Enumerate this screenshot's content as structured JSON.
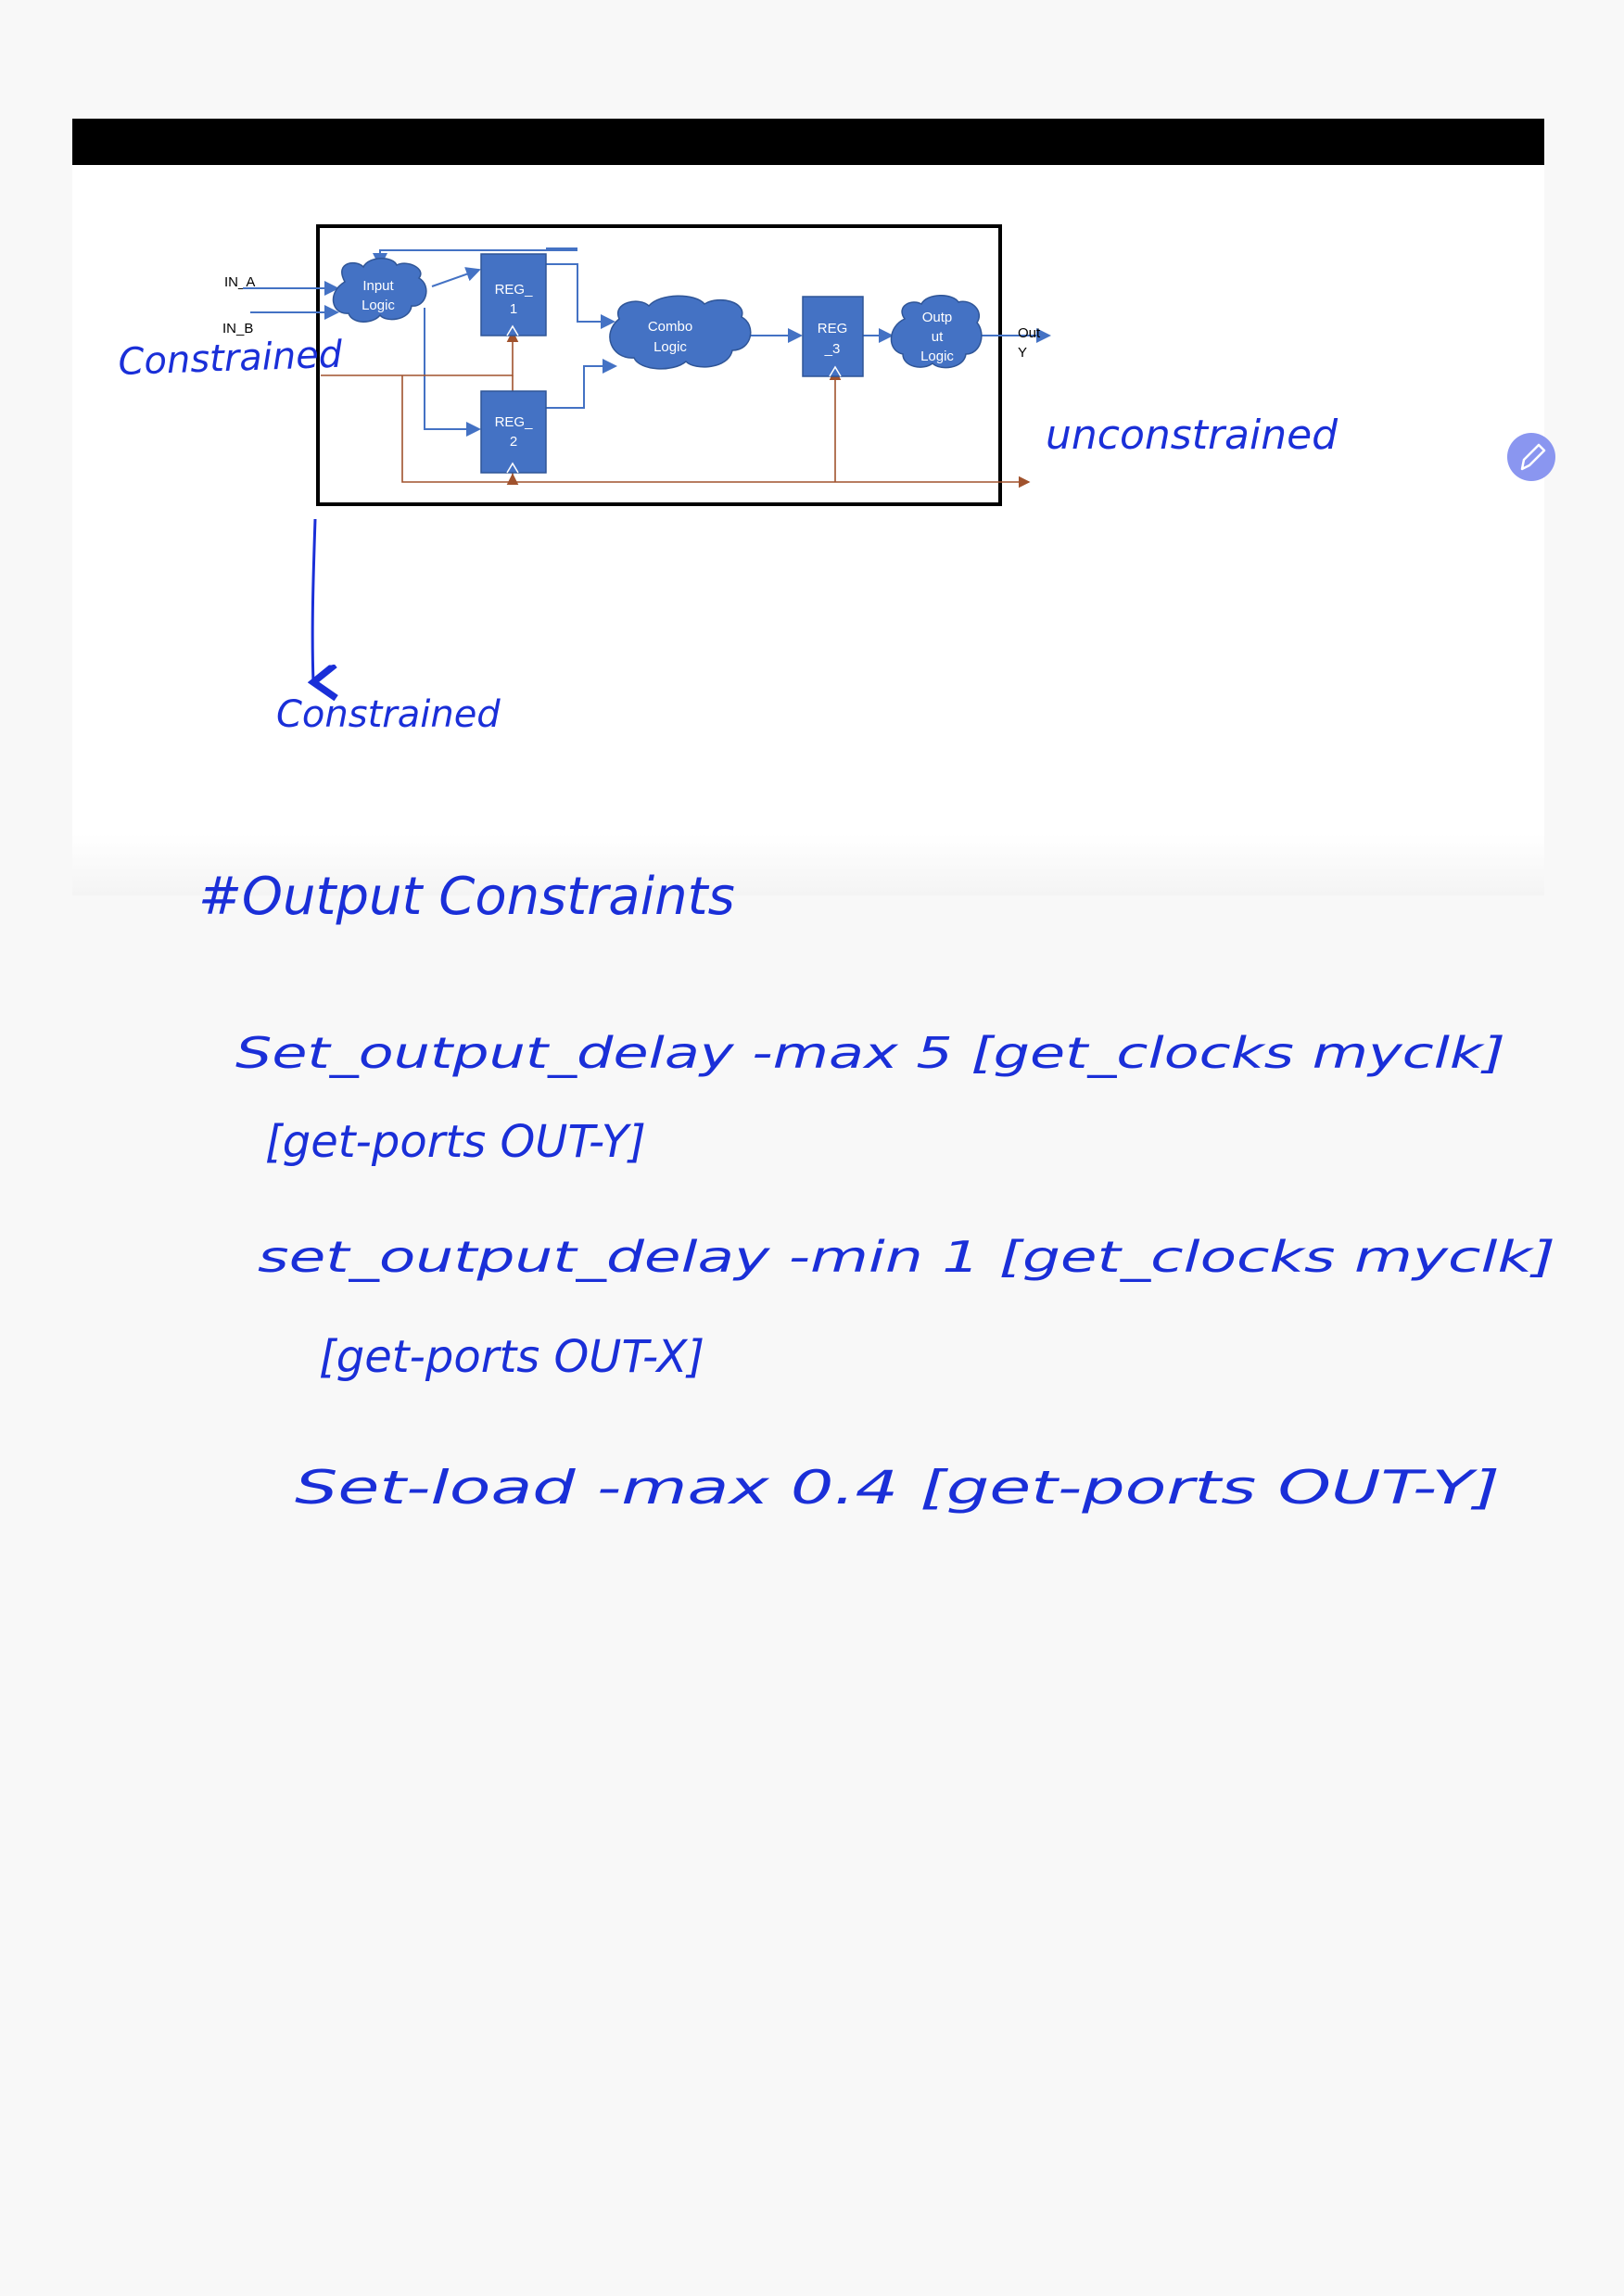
{
  "diagram": {
    "inputs": [
      "IN_A",
      "IN_B"
    ],
    "blocks": {
      "input_logic": [
        "Input",
        "Logic"
      ],
      "reg1": [
        "REG_",
        "1"
      ],
      "reg2": [
        "REG_",
        "2"
      ],
      "combo_logic": [
        "Combo",
        "Logic"
      ],
      "reg3": [
        "REG",
        "_3"
      ],
      "output_logic": [
        "Outp",
        "ut",
        "Logic"
      ]
    },
    "output": [
      "Out",
      "Y"
    ]
  },
  "annotations": {
    "constrained_left": "Constrained",
    "unconstrained": "unconstrained",
    "constrained_bottom": "Constrained"
  },
  "notes": {
    "heading": "#Output Constraints",
    "lines": [
      "Set_output_delay -max 5 [get_clocks myclk]",
      "[get-ports OUT-Y]",
      "set_output_delay -min 1 [get_clocks myclk]",
      "[get-ports OUT-X]",
      "Set-load -max 0.4 [get-ports OUT-Y]"
    ]
  },
  "colors": {
    "block_fill": "#4472c4",
    "wire": "#4472c4",
    "clock_wire": "#a0522d",
    "ink": "#1a2fd8"
  },
  "icons": {
    "edit": "pencil-icon"
  }
}
